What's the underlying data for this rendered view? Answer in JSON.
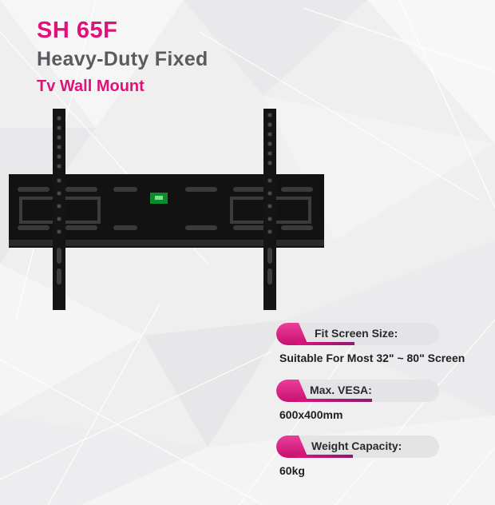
{
  "header": {
    "model": "SH 65F",
    "title": "Heavy-Duty Fixed",
    "subtitle": "Tv Wall Mount"
  },
  "colors": {
    "accent": "#e0127a",
    "title_gray": "#5a5b5e",
    "mount_black": "#111111",
    "pill_gray": "#e4e4e6"
  },
  "product": {
    "image_name": "tv-wall-mount-bracket"
  },
  "specs": [
    {
      "label": "Fit Screen Size:",
      "value": "Suitable For Most 32\" ~ 80\" Screen"
    },
    {
      "label": "Max. VESA:",
      "value": "600x400mm"
    },
    {
      "label": "Weight Capacity:",
      "value": "60kg"
    }
  ]
}
